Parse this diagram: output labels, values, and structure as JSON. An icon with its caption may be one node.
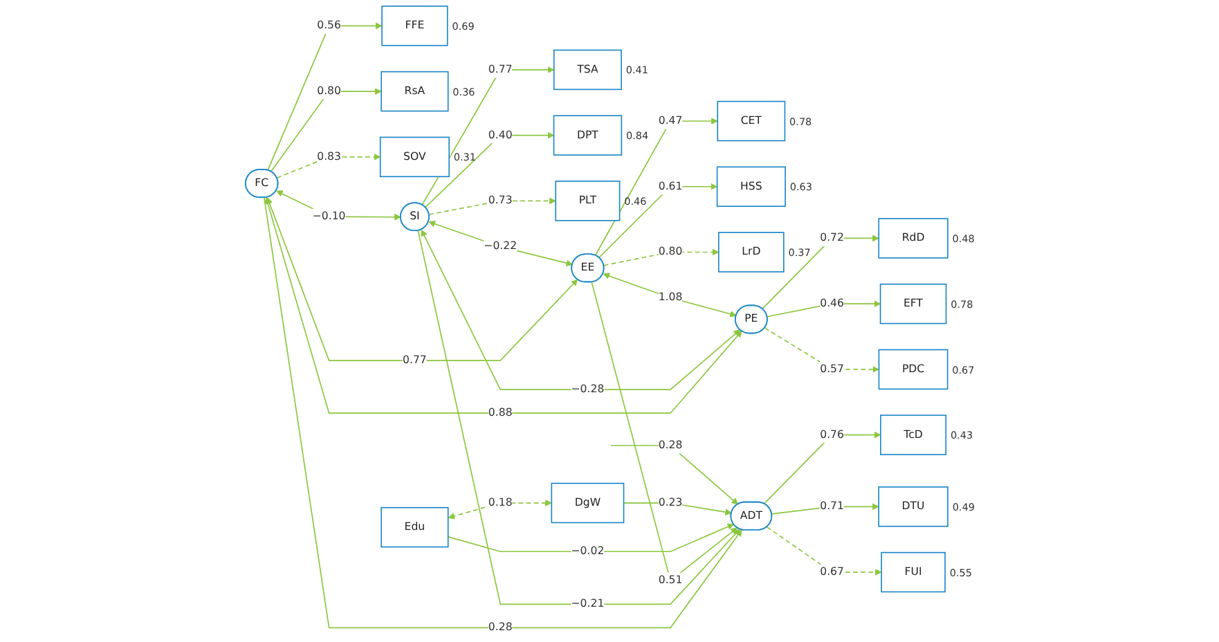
{
  "diagram": {
    "nodes": [
      {
        "text": [
          "FFE"
        ],
        "beside": [
          "0.69"
        ]
      },
      {
        "text": [
          "RsA"
        ],
        "beside": [
          "0.36"
        ]
      },
      {
        "text": [
          "SOV"
        ],
        "beside": [
          "0.31"
        ]
      },
      {
        "text": [
          "TSA"
        ],
        "beside": [
          "0.41"
        ]
      },
      {
        "text": [
          "DPT"
        ],
        "beside": [
          "0.84"
        ]
      },
      {
        "text": [
          "PLT"
        ],
        "beside": [
          "0.46"
        ]
      },
      {
        "text": [
          "CET"
        ],
        "beside": [
          "0.78"
        ]
      },
      {
        "text": [
          "HSS"
        ],
        "beside": [
          "0.63"
        ]
      },
      {
        "text": [
          "LrD"
        ],
        "beside": [
          "0.37"
        ]
      },
      {
        "text": [
          "RdD"
        ],
        "beside": [
          "0.48"
        ]
      },
      {
        "text": [
          "EFT"
        ],
        "beside": [
          "0.78"
        ]
      },
      {
        "text": [
          "PDC"
        ],
        "beside": [
          "0.67"
        ]
      },
      {
        "text": [
          "FC"
        ]
      },
      {
        "text": [
          "SI"
        ]
      },
      {
        "text": [
          "EE"
        ]
      },
      {
        "text": [
          "PE"
        ]
      },
      {
        "text": [
          "ADT"
        ]
      },
      {
        "text": [
          "Edu"
        ]
      },
      {
        "text": [
          "DgW"
        ]
      },
      {
        "text": [
          "TcD"
        ],
        "beside": [
          "0.43"
        ]
      },
      {
        "text": [
          "DTU"
        ],
        "beside": [
          "0.49"
        ]
      },
      {
        "text": [
          "FUI"
        ],
        "beside": [
          "0.55"
        ]
      }
    ],
    "edges": [
      {
        "from": 12,
        "to": 0,
        "arrow": "to",
        "label": "0.56"
      },
      {
        "from": 12,
        "to": 1,
        "arrow": "to",
        "label": "0.80"
      },
      {
        "from": 12,
        "to": 2,
        "arrow": "to",
        "label": "0.83",
        "style": "dashed"
      },
      {
        "from": 13,
        "to": 3,
        "arrow": "to",
        "label": "0.77"
      },
      {
        "from": 13,
        "to": 4,
        "arrow": "to",
        "label": "0.40"
      },
      {
        "from": 13,
        "to": 5,
        "arrow": "to",
        "label": "0.73",
        "style": "dashed"
      },
      {
        "from": 14,
        "to": 6,
        "arrow": "to",
        "label": "0.47"
      },
      {
        "from": 14,
        "to": 7,
        "arrow": "to",
        "label": "0.61"
      },
      {
        "from": 14,
        "to": 8,
        "arrow": "to",
        "label": "0.80",
        "style": "dashed"
      },
      {
        "from": 15,
        "to": 9,
        "arrow": "to",
        "label": "0.72"
      },
      {
        "from": 15,
        "to": 10,
        "arrow": "to",
        "label": "0.46"
      },
      {
        "from": 15,
        "to": 11,
        "arrow": "to",
        "label": "0.57",
        "style": "dashed"
      },
      {
        "from": 12,
        "to": 13,
        "arrow": "both",
        "label": "−0.10"
      },
      {
        "from": 12,
        "to": 14,
        "arrow": "both",
        "label": "0.77"
      },
      {
        "from": 12,
        "to": 15,
        "arrow": "both",
        "label": "0.88"
      },
      {
        "from": 13,
        "to": 14,
        "arrow": "both",
        "label": "−0.22"
      },
      {
        "from": 13,
        "to": 15,
        "arrow": "both",
        "label": "−0.28"
      },
      {
        "from": 14,
        "to": 15,
        "arrow": "both",
        "label": "1.08"
      },
      {
        "from": 12,
        "to": 16,
        "arrow": "to",
        "label": "0.28"
      },
      {
        "from": 13,
        "to": 16,
        "arrow": "to",
        "label": "−0.21"
      },
      {
        "from": 14,
        "to": 16,
        "arrow": "to",
        "label": "0.51"
      },
      {
        "from": 17,
        "to": 16,
        "arrow": "to",
        "label": "−0.02"
      },
      {
        "from": 18,
        "to": 16,
        "arrow": "to",
        "label": "0.23"
      },
      {
        "from": 17,
        "to": 18,
        "arrow": "both",
        "label": "0.18",
        "style": "dashed"
      },
      {
        "from": 16,
        "to": 19,
        "arrow": "to",
        "label": "0.76"
      },
      {
        "from": 16,
        "to": 20,
        "arrow": "to",
        "label": "0.71"
      },
      {
        "from": 16,
        "to": 21,
        "arrow": "to",
        "label": "0.67",
        "style": "dashed"
      },
      {
        "from": null,
        "to": 16,
        "arrow": "to",
        "label": "0.28"
      }
    ]
  }
}
